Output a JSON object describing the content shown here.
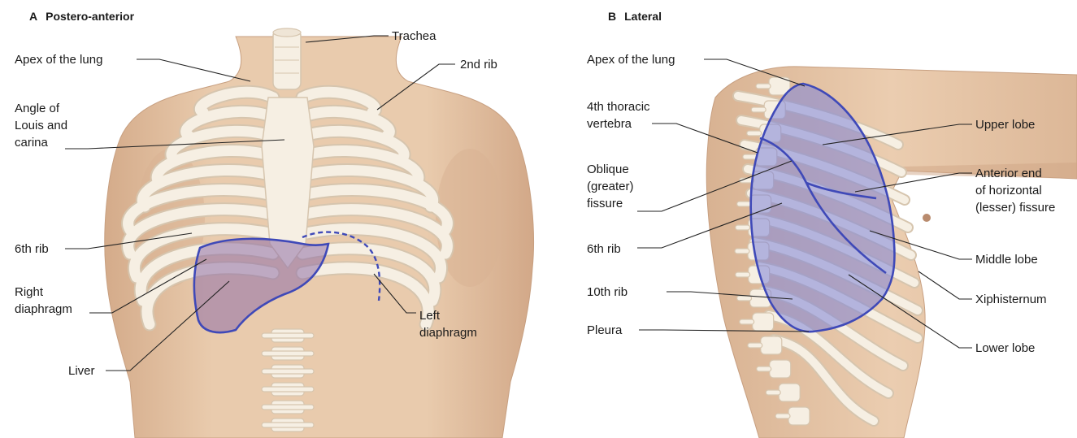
{
  "panels": [
    {
      "letter": "A",
      "title": "Postero-anterior",
      "labels": {
        "trachea": "Trachea",
        "apex": "Apex of the lung",
        "rib2": "2nd rib",
        "angle": "Angle of\nLouis and\ncarina",
        "rib6": "6th rib",
        "right_diaphragm": "Right\ndiaphragm",
        "left_diaphragm": "Left\ndiaphragm",
        "liver": "Liver"
      }
    },
    {
      "letter": "B",
      "title": "Lateral",
      "labels": {
        "apex": "Apex of the lung",
        "t4": "4th thoracic\nvertebra",
        "oblique": "Oblique\n(greater)\nfissure",
        "rib6": "6th rib",
        "rib10": "10th rib",
        "pleura": "Pleura",
        "upper_lobe": "Upper lobe",
        "horizontal": "Anterior end\nof horizontal\n(lesser) fissure",
        "middle_lobe": "Middle lobe",
        "xiphisternum": "Xiphisternum",
        "lower_lobe": "Lower lobe"
      }
    }
  ],
  "colors": {
    "skin": "#e7c6a6",
    "skin_shadow": "#cfa585",
    "bone": "#f6efe3",
    "bone_outline": "#d8c8b2",
    "lung_fill": "#7d84d8",
    "lung_outline": "#3f49b8",
    "liver_fill": "#8f6fa8",
    "leader": "#222222"
  }
}
